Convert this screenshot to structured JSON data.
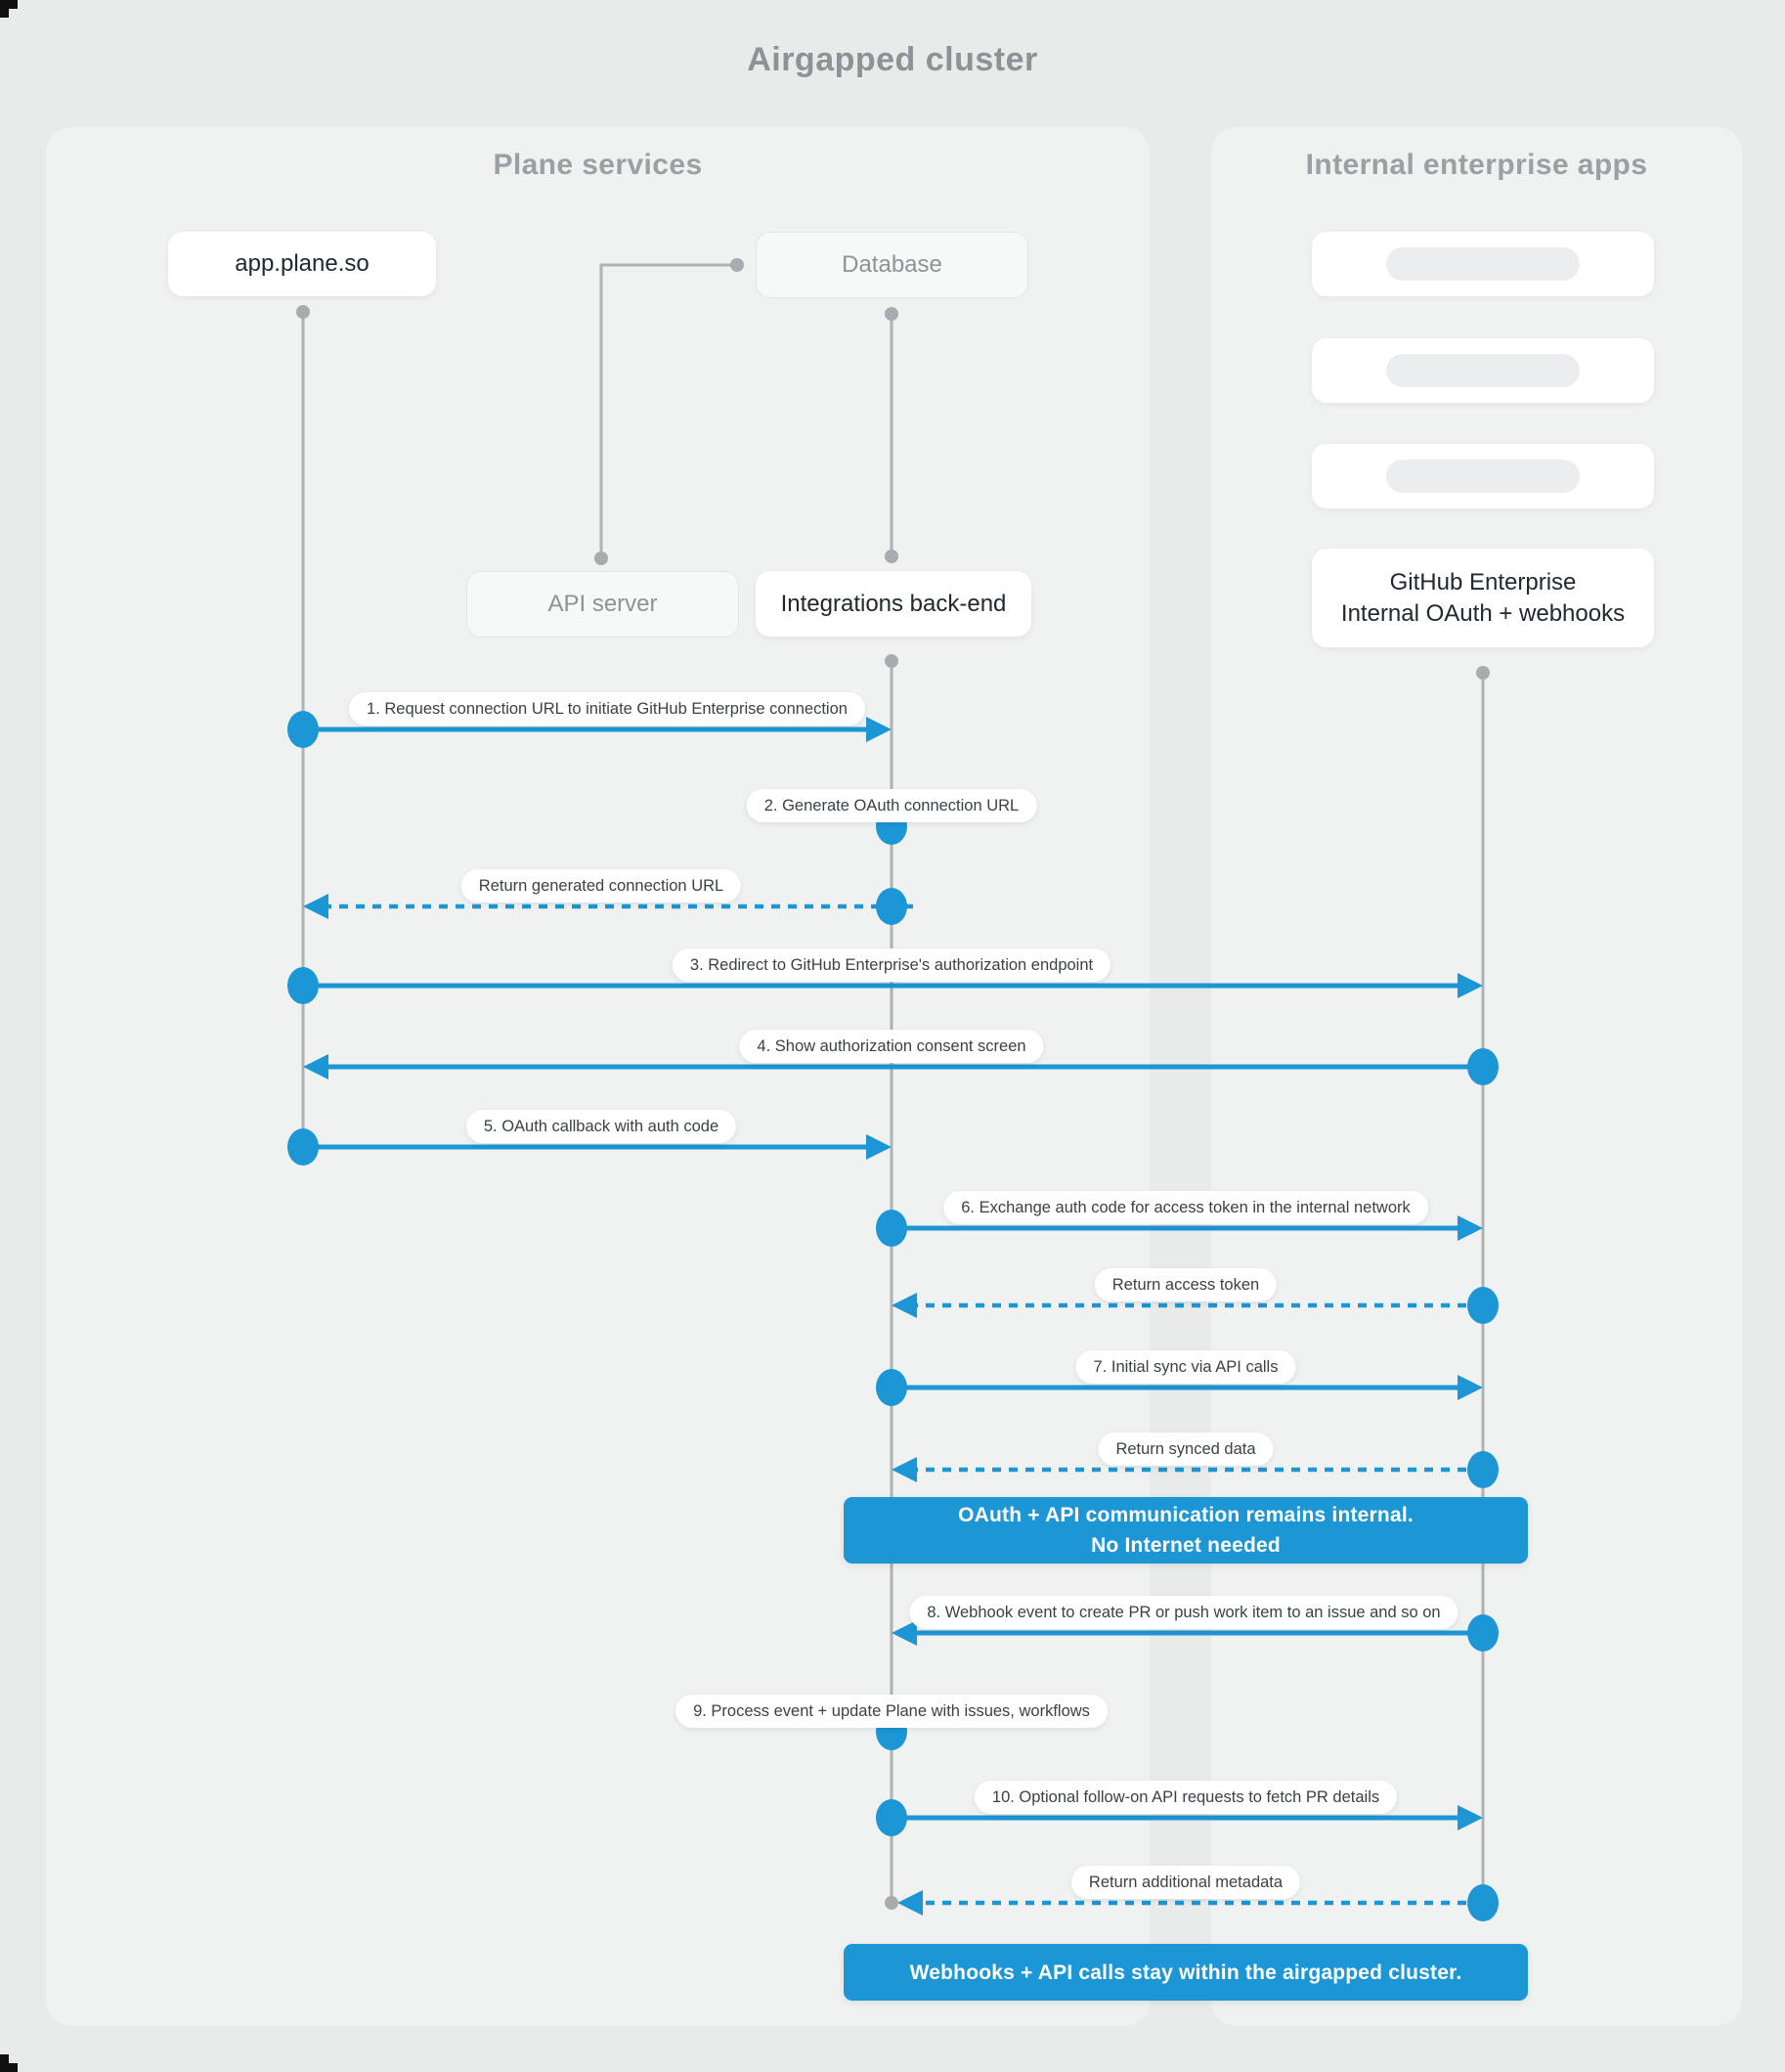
{
  "page_title": "Airgapped cluster",
  "accent_color": "#1d96d6",
  "panels": {
    "plane": {
      "title": "Plane services"
    },
    "enterprise": {
      "title": "Internal enterprise apps"
    }
  },
  "nodes": {
    "app": {
      "label": "app.plane.so"
    },
    "database": {
      "label": "Database"
    },
    "api_server": {
      "label": "API server"
    },
    "integrations": {
      "label": "Integrations back-end"
    },
    "github": {
      "line1": "GitHub Enterprise",
      "line2": "Internal OAuth + webhooks"
    }
  },
  "messages": [
    {
      "label": "1. Request connection URL to initiate GitHub Enterprise connection"
    },
    {
      "label": "2. Generate OAuth connection URL"
    },
    {
      "label": "Return generated connection URL"
    },
    {
      "label": "3. Redirect to GitHub Enterprise's authorization endpoint"
    },
    {
      "label": "4. Show authorization consent screen"
    },
    {
      "label": "5. OAuth callback with auth code"
    },
    {
      "label": "6. Exchange auth code for access token in the internal network"
    },
    {
      "label": "Return access token"
    },
    {
      "label": "7. Initial sync via API calls"
    },
    {
      "label": "Return synced data"
    },
    {
      "label": "8. Webhook event to create PR  or push work item to an issue  and so on"
    },
    {
      "label": "9. Process event + update Plane with issues, workflows"
    },
    {
      "label": "10. Optional follow-on API requests to fetch PR details"
    },
    {
      "label": "Return additional metadata"
    }
  ],
  "banners": [
    {
      "line1": "OAuth + API communication remains internal.",
      "line2": "No Internet needed"
    },
    {
      "line1": "Webhooks + API calls stay within the airgapped cluster."
    }
  ]
}
